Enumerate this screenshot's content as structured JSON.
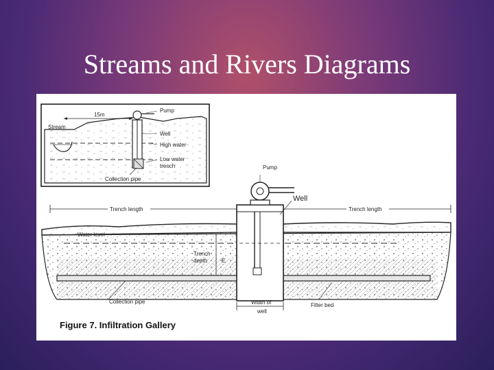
{
  "slide": {
    "title": "Streams and Rivers Diagrams"
  },
  "figure": {
    "caption": "Figure 7. Infiltration Gallery",
    "inset": {
      "labels": {
        "pump": "Pump",
        "distance": "15m",
        "stream": "Stream",
        "well": "Well",
        "high_water": "High water",
        "low_water_line1": "Low water",
        "low_water_line2": "trench",
        "collection_pipe": "Collection pipe"
      }
    },
    "main": {
      "labels": {
        "pump": "Pump",
        "well": "Well",
        "trench_length_left": "Trench length",
        "trench_length_right": "Trench length",
        "water_level": "Water level",
        "trench_depth_line1": "Trench",
        "trench_depth_line2": "depth",
        "depth_mark": "E",
        "collection_pipe": "Collection pipe",
        "width_of_well_line1": "Width of",
        "width_of_well_line2": "well",
        "filter_bed": "Filter bed"
      }
    }
  }
}
